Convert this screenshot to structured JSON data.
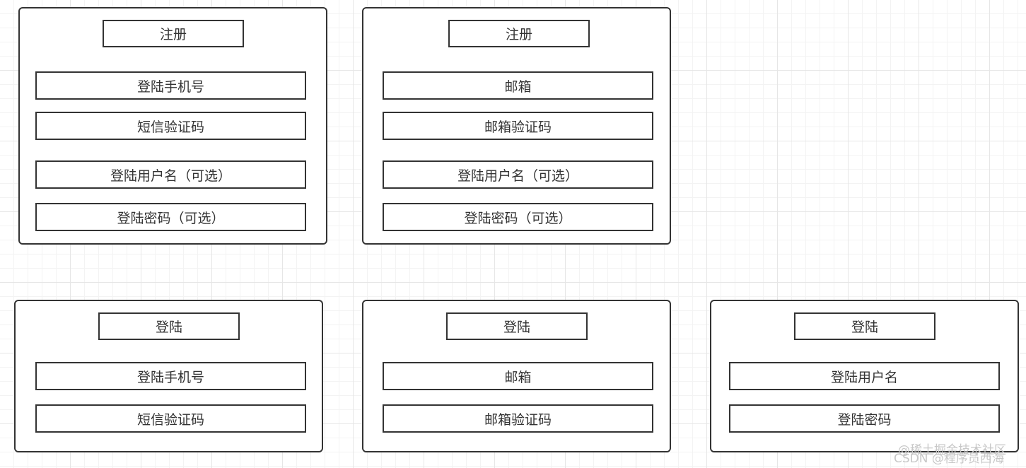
{
  "register_phone": {
    "title": "注册",
    "fields": [
      "登陆手机号",
      "短信验证码",
      "登陆用户名（可选）",
      "登陆密码（可选）"
    ]
  },
  "register_email": {
    "title": "注册",
    "fields": [
      "邮箱",
      "邮箱验证码",
      "登陆用户名（可选）",
      "登陆密码（可选）"
    ]
  },
  "login_phone": {
    "title": "登陆",
    "fields": [
      "登陆手机号",
      "短信验证码"
    ]
  },
  "login_email": {
    "title": "登陆",
    "fields": [
      "邮箱",
      "邮箱验证码"
    ]
  },
  "login_username": {
    "title": "登陆",
    "fields": [
      "登陆用户名",
      "登陆密码"
    ]
  },
  "watermark": {
    "line1": "@稀土掘金技术社区",
    "line2": "CSDN @程序员西海"
  }
}
